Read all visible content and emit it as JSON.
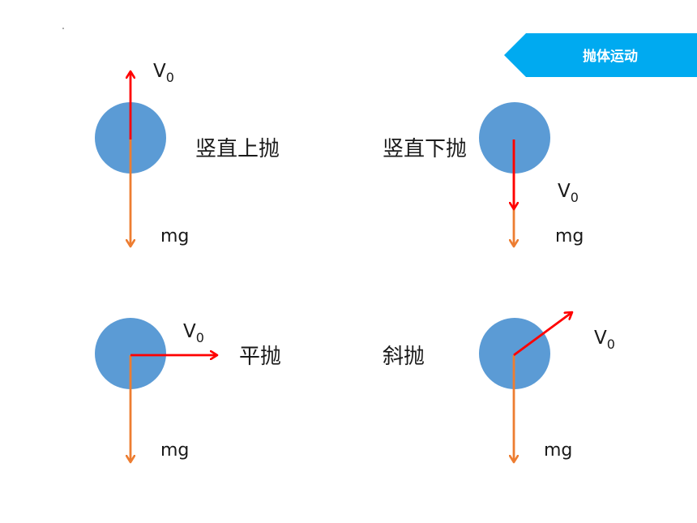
{
  "banner": {
    "title": "抛体运动",
    "color": "#00aaf0"
  },
  "colors": {
    "ball": "#5b9bd5",
    "velocity": "#ff0000",
    "gravity": "#ed7d31"
  },
  "panels": {
    "vertical_up": {
      "name": "竖直上抛",
      "velocity_label": "V",
      "velocity_sub": "0",
      "gravity_label": "mg"
    },
    "vertical_down": {
      "name": "竖直下抛",
      "velocity_label": "V",
      "velocity_sub": "0",
      "gravity_label": "mg"
    },
    "horizontal": {
      "name": "平抛",
      "velocity_label": "V",
      "velocity_sub": "0",
      "gravity_label": "mg"
    },
    "oblique": {
      "name": "斜抛",
      "velocity_label": "V",
      "velocity_sub": "0",
      "gravity_label": "mg"
    }
  }
}
